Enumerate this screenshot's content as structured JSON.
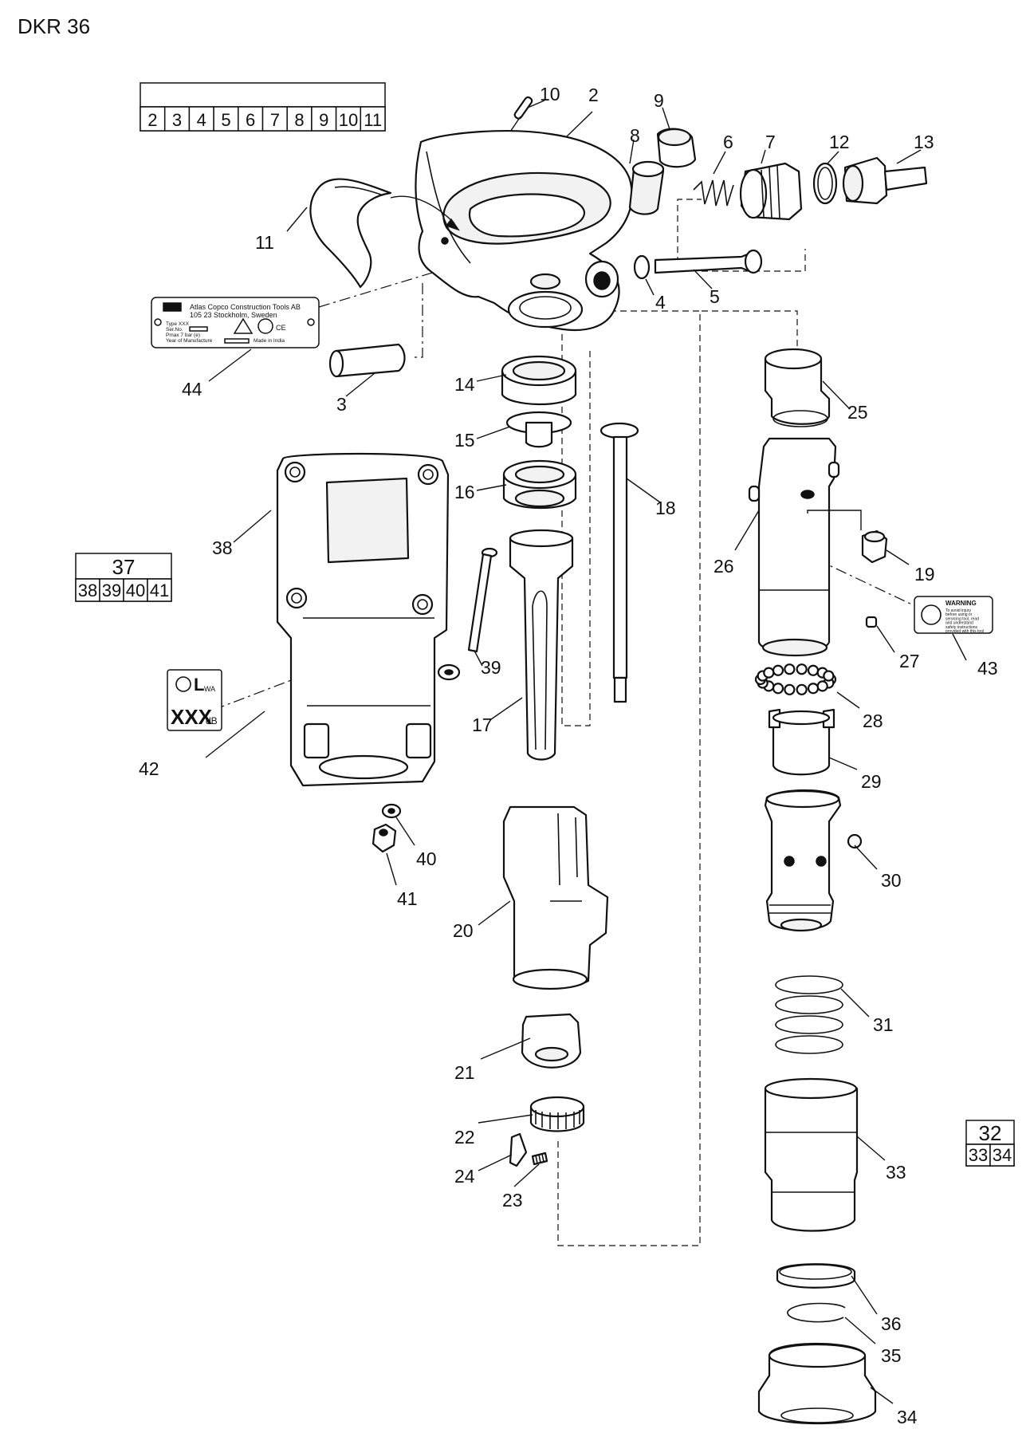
{
  "title": "DKR 36",
  "kits": [
    {
      "id": "kit-top",
      "header": "",
      "items": [
        "2",
        "3",
        "4",
        "5",
        "6",
        "7",
        "8",
        "9",
        "10",
        "11"
      ]
    },
    {
      "id": "kit-37",
      "header": "37",
      "items": [
        "38",
        "39",
        "40",
        "41"
      ]
    },
    {
      "id": "kit-32",
      "header": "32",
      "items": [
        "33",
        "34"
      ]
    }
  ],
  "part_labels": [
    "2",
    "3",
    "4",
    "5",
    "6",
    "7",
    "8",
    "9",
    "10",
    "11",
    "12",
    "13",
    "14",
    "15",
    "16",
    "17",
    "18",
    "19",
    "20",
    "21",
    "22",
    "23",
    "24",
    "25",
    "26",
    "27",
    "28",
    "29",
    "30",
    "31",
    "33",
    "34",
    "35",
    "36",
    "38",
    "39",
    "40",
    "41",
    "42",
    "43",
    "44"
  ],
  "plates": {
    "plate44": {
      "lines": [
        "Atlas Copco Construction Tools AB",
        "105 23 Stockholm, Sweden",
        "Type XXX",
        "Ser.No.",
        "Pmax 7 bar (e)",
        "Year of Manufacture",
        "Made in India"
      ]
    },
    "plate42": {
      "top": "L",
      "sub": "WA",
      "value": "XXX",
      "unit": "dB"
    },
    "plate43": {
      "heading": "WARNING",
      "lines": [
        "To avoid injury",
        "before using or",
        "servicing tool, read",
        "and understand",
        "safety instructions",
        "provided with this tool"
      ]
    }
  }
}
